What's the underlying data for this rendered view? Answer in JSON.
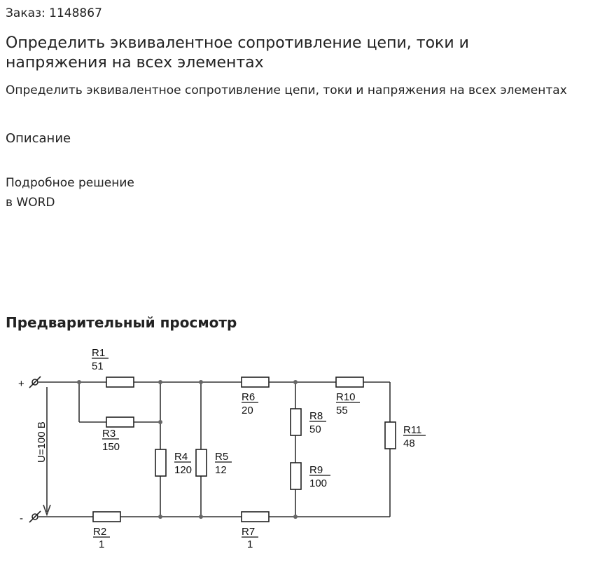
{
  "order": {
    "label": "Заказ: 1148867"
  },
  "title": "Определить эквивалентное сопротивление цепи, токи и напряжения на всех элементах",
  "subtitle": "Определить эквивалентное сопротивление цепи, токи и напряжения на всех элементах",
  "description": {
    "heading": "Описание",
    "line1": "Подробное решение",
    "line2": "в WORD"
  },
  "preview": {
    "heading": "Предварительный просмотр"
  },
  "circuit": {
    "plus": "+",
    "minus": "-",
    "voltage": "U=100 В",
    "resistors": {
      "r1": {
        "name": "R1",
        "value": "51"
      },
      "r2": {
        "name": "R2",
        "value": "1"
      },
      "r3": {
        "name": "R3",
        "value": "150"
      },
      "r4": {
        "name": "R4",
        "value": "120"
      },
      "r5": {
        "name": "R5",
        "value": "12"
      },
      "r6": {
        "name": "R6",
        "value": "20"
      },
      "r7": {
        "name": "R7",
        "value": "1"
      },
      "r8": {
        "name": "R8",
        "value": "50"
      },
      "r9": {
        "name": "R9",
        "value": "100"
      },
      "r10": {
        "name": "R10",
        "value": "55"
      },
      "r11": {
        "name": "R11",
        "value": "48"
      }
    }
  }
}
